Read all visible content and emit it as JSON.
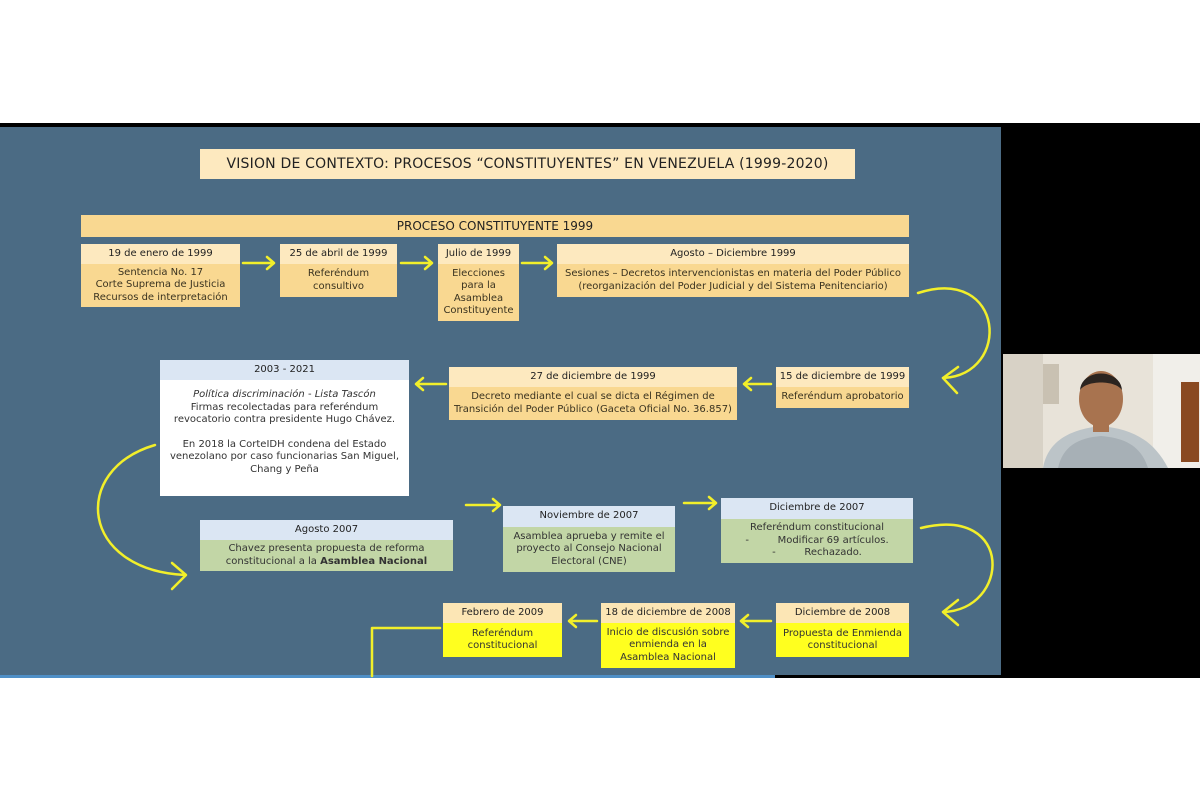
{
  "slide": {
    "title": "VISION DE CONTEXTO: PROCESOS “CONSTITUYENTES” EN VENEZUELA (1999-2020)",
    "banner": "PROCESO CONSTITUYENTE 1999",
    "row1": [
      {
        "header": "19 de enero de 1999",
        "lines": [
          "Sentencia No. 17",
          "Corte Suprema de Justicia",
          "Recursos de interpretación"
        ]
      },
      {
        "header": "25 de abril de 1999",
        "lines": [
          "Referéndum",
          "consultivo"
        ]
      },
      {
        "header": "Julio de 1999",
        "lines": [
          "Elecciones",
          "para la",
          "Asamblea",
          "Constituyente"
        ]
      },
      {
        "header": "Agosto – Diciembre 1999",
        "lines": [
          "Sesiones – Decretos intervencionistas en materia del Poder Público",
          "(reorganización del Poder Judicial y del Sistema Penitenciario)"
        ]
      }
    ],
    "row2": {
      "b2003": {
        "header": "2003 - 2021",
        "italic_a": "Política discriminación",
        "sep": " - ",
        "italic_b": "Lista Tascón",
        "lines": [
          "Firmas recolectadas para referéndum",
          "revocatorio contra presidente Hugo Chávez.",
          "",
          "En 2018 la CorteIDH condena del Estado",
          "venezolano por caso funcionarias San Miguel,",
          "Chang y Peña"
        ]
      },
      "b27dic": {
        "header": "27 de diciembre de 1999",
        "lines": [
          "Decreto mediante el cual se dicta el Régimen de",
          "Transición del Poder Público (Gaceta Oficial No. 36.857)"
        ]
      },
      "b15dic": {
        "header": "15 de diciembre de 1999",
        "lines": [
          "Referéndum aprobatorio"
        ]
      }
    },
    "row3": {
      "ago2007": {
        "header": "Agosto 2007",
        "line1": "Chavez presenta propuesta de reforma",
        "line2_pre": "constitucional a la ",
        "line2_bold": "Asamblea Nacional"
      },
      "nov2007": {
        "header": "Noviembre de 2007",
        "lines": [
          "Asamblea aprueba y remite el",
          "proyecto al Consejo Nacional",
          "Electoral (CNE)"
        ]
      },
      "dic2007": {
        "header": "Diciembre de 2007",
        "lines": [
          "Referéndum constitucional",
          "-         Modificar 69 artículos.",
          "-         Rechazado."
        ]
      }
    },
    "row4": {
      "feb2009": {
        "header": "Febrero de 2009",
        "lines": [
          "Referéndum",
          "constitucional"
        ]
      },
      "dic2008b": {
        "header": "18 de diciembre de 2008",
        "lines": [
          "Inicio de discusión sobre",
          "enmienda en la",
          "Asamblea Nacional"
        ]
      },
      "dic2008": {
        "header": "Diciembre de 2008",
        "lines": [
          "Propuesta de Enmienda",
          "constitucional"
        ]
      }
    }
  },
  "colors": {
    "slide_bg": "#4b6b84",
    "arrow": "#f2ef2a",
    "tan_header": "#fde9bf",
    "tan_body": "#f9d891",
    "blue_header": "#dbe6f3",
    "green_body": "#c2d6a6",
    "yellow_body": "#ffff1f"
  }
}
